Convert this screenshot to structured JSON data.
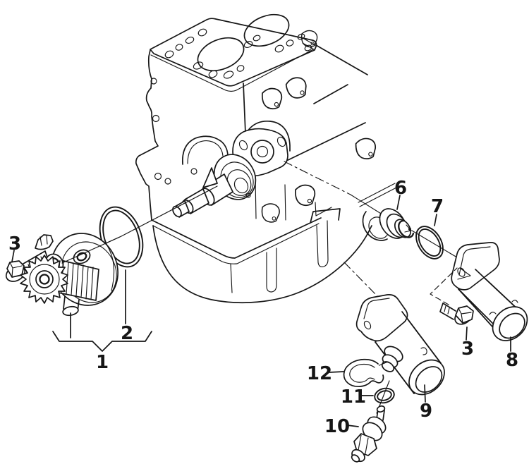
{
  "diagram": {
    "type": "exploded-parts-diagram",
    "subject": "engine water pump and thermostat housing",
    "colors": {
      "background": "#ffffff",
      "line": "#161616"
    },
    "callouts": {
      "water_pump_group": "1",
      "o_ring_pump": "2",
      "bolt_left": "3",
      "thermostat": "6",
      "o_ring_thermostat": "7",
      "housing_connector": "8",
      "bolt_right": "3",
      "water_flange": "9",
      "temp_sensor": "10",
      "o_ring_sensor": "11",
      "retaining_clip": "12"
    }
  }
}
